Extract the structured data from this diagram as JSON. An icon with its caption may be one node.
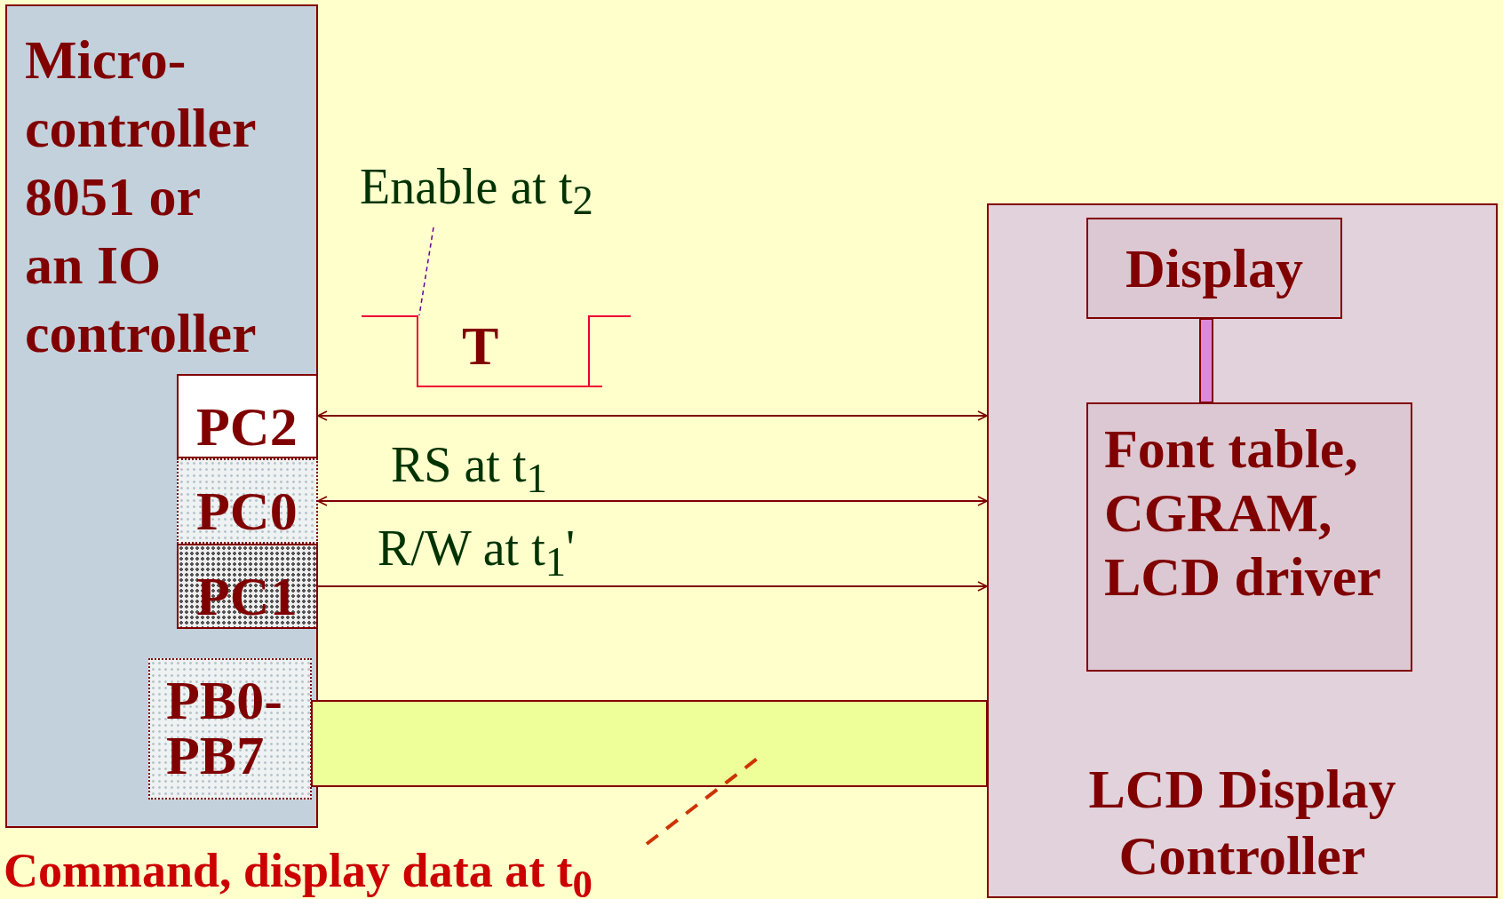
{
  "diagram": {
    "nodes": [
      {
        "text": [
          "Micro- controller 8051 or an IO controller"
        ]
      },
      {
        "text": [
          "PC2"
        ],
        "in": 0
      },
      {
        "text": [
          "PC0"
        ],
        "in": 0
      },
      {
        "text": [
          "PC1"
        ],
        "in": 0
      },
      {
        "text": [
          "PB0- PB7"
        ],
        "in": 0
      },
      {
        "text": [
          "LCD Display Controller"
        ]
      },
      {
        "text": [
          "Display"
        ],
        "in": 5
      },
      {
        "text": [
          "Font table, CGRAM, LCD driver"
        ],
        "in": 5
      },
      {
        "text": [],
        "shape": "picture"
      },
      {
        "text": [
          "Enable at t$_{2}$"
        ]
      },
      {
        "text": [
          "Command, display data at t$_{0}$"
        ]
      }
    ],
    "edges": [
      {
        "from": 1,
        "to": 5,
        "arrow": "both"
      },
      {
        "from": 2,
        "to": 5,
        "arrow": "both",
        "label": "RS at t$_{1}$"
      },
      {
        "from": 3,
        "to": 5,
        "arrow": "to",
        "label": "R/W at t$_{1}$'"
      },
      {
        "from": 4,
        "to": 5,
        "arrow": "none",
        "style": "thick",
        "color": "#eeff99"
      },
      {
        "from": 6,
        "to": 7,
        "arrow": "none",
        "style": "thick",
        "color": "#dd88dd"
      },
      {
        "from": 9,
        "to": 8,
        "arrow": "none",
        "style": "dashed",
        "color": "#660099"
      },
      {
        "from": 10,
        "to": null,
        "arrow": "none",
        "style": "dashed",
        "color": "#cc3300"
      }
    ],
    "labels": [
      "T"
    ]
  }
}
